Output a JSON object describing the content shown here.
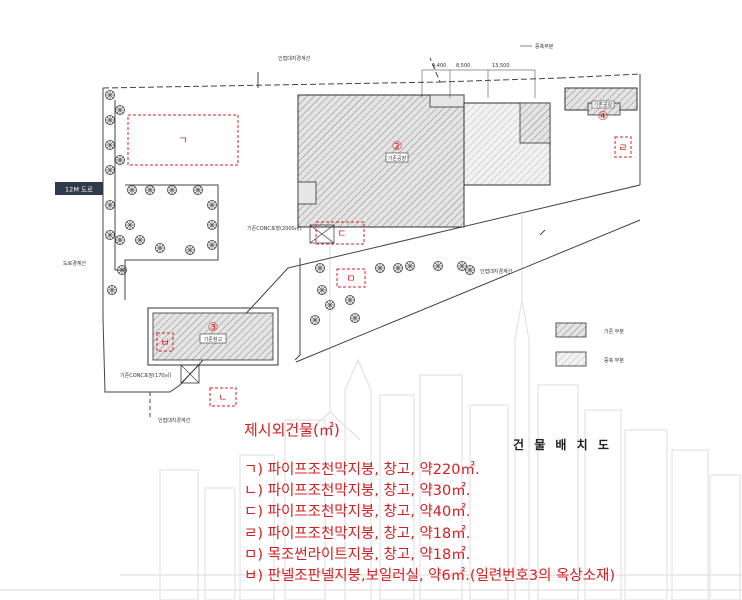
{
  "drawing": {
    "title": "건 물 배 치 도",
    "road_label": "12M 도로",
    "labels": {
      "top_boundary": "인접대지경계선",
      "expansion_top": "증축부분",
      "road_boundary": "도로경계선",
      "adjacent_right": "인접대지경계선",
      "adjacent_bottom": "인접대지경계선",
      "conc_pavement_1": "기존CONC포장(2000㎡)",
      "conc_pavement_2": "기존CONC포장(170㎡)",
      "dim_1": "4,400",
      "dim_2": "8,500",
      "dim_3": "13,500"
    },
    "buildings": [
      {
        "number": "②",
        "name": "기존공장"
      },
      {
        "number": "③",
        "name": "기존창고"
      },
      {
        "number": "④",
        "name": "기존공장"
      }
    ],
    "markers": [
      "ㄱ",
      "ㄴ",
      "ㄷ",
      "ㄹ",
      "ㅁ",
      "ㅂ"
    ],
    "map_legend": [
      {
        "label": "기존 부분"
      },
      {
        "label": "증축 부분"
      }
    ]
  },
  "legend": {
    "title": "제시외건물(㎡)",
    "items": [
      "ㄱ) 파이프조천막지붕, 창고, 약220㎡.",
      "ㄴ) 파이프조천막지붕, 창고, 약30㎡.",
      "ㄷ) 파이프조천막지붕, 창고, 약40㎡.",
      "ㄹ) 파이프조천막지붕, 창고, 약18㎡.",
      "ㅁ) 목조썬라이트지붕, 창고, 약18㎡.",
      "ㅂ) 판넬조판넬지붕,보일러실, 약6㎡.(일련번호3의 옥상소재)"
    ]
  },
  "colors": {
    "accent_red": "#d42020",
    "line": "#333333",
    "hatch": "#888888",
    "skyline": "#e2e2e2"
  }
}
